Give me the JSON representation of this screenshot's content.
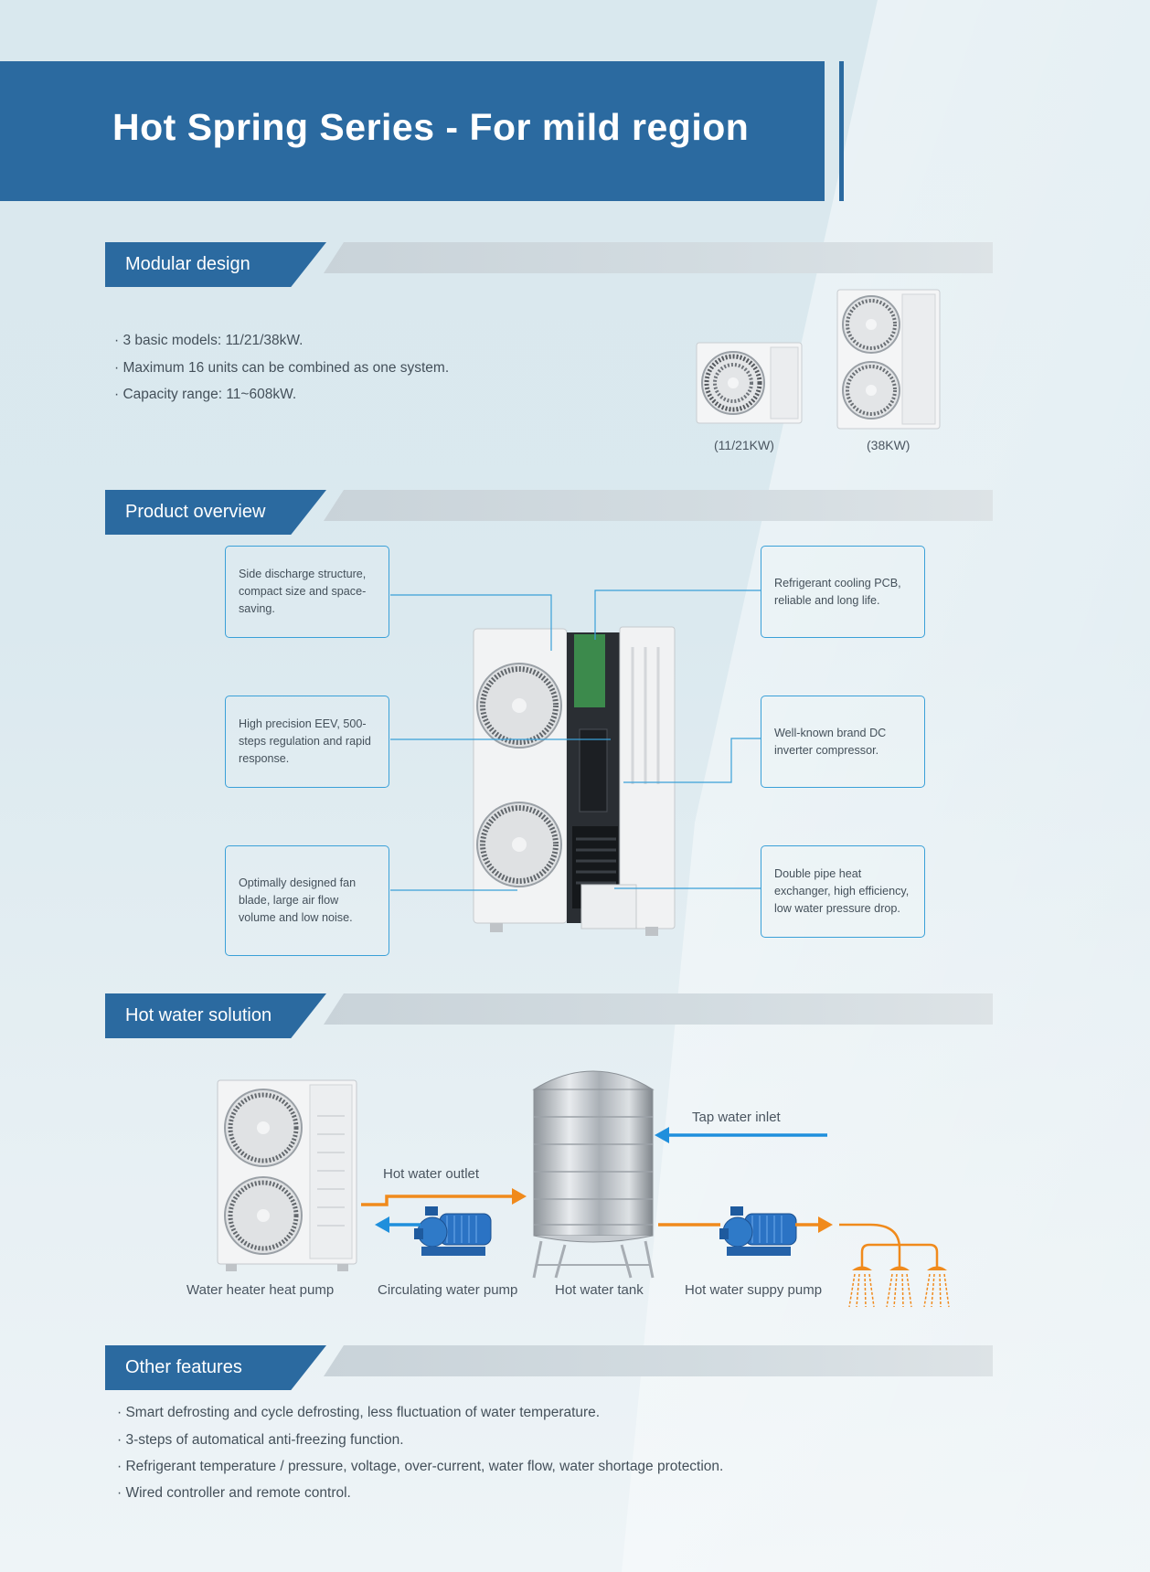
{
  "header": {
    "title": "Hot Spring Series - For mild region"
  },
  "sections": {
    "modular": {
      "title": "Modular design",
      "bullets": [
        "· 3 basic models: 11/21/38kW.",
        "· Maximum 16 units can be combined as one system.",
        "· Capacity range: 11~608kW."
      ],
      "captions": {
        "small_unit": "(11/21KW)",
        "large_unit": "(38KW)"
      }
    },
    "overview": {
      "title": "Product overview",
      "boxes": {
        "left1": "Side discharge structure, compact size and space-saving.",
        "left2": "High precision EEV, 500-steps regulation and rapid response.",
        "left3": "Optimally designed fan blade, large air flow volume and low noise.",
        "right1": "Refrigerant cooling PCB, reliable and long life.",
        "right2": "Well-known brand DC inverter compressor.",
        "right3": "Double pipe heat exchanger, high efficiency, low water pressure drop."
      }
    },
    "hotwater": {
      "title": "Hot water solution",
      "labels": {
        "hot_water_outlet": "Hot water outlet",
        "tap_water_inlet": "Tap water inlet",
        "heat_pump": "Water heater heat pump",
        "circ_pump": "Circulating water pump",
        "tank": "Hot water tank",
        "supply_pump": "Hot water suppy pump"
      },
      "colors": {
        "hot": "#f08a1c",
        "cold": "#1f8fdc"
      }
    },
    "other": {
      "title": "Other features",
      "bullets": [
        "· Smart defrosting and cycle defrosting, less fluctuation of water temperature.",
        "· 3-steps of automatical anti-freezing function.",
        "· Refrigerant temperature / pressure, voltage,  over-current, water flow, water shortage protection.",
        "· Wired controller and remote control."
      ]
    }
  },
  "colors": {
    "brand_blue": "#2b6aa0",
    "box_border": "#3aa0d8"
  }
}
